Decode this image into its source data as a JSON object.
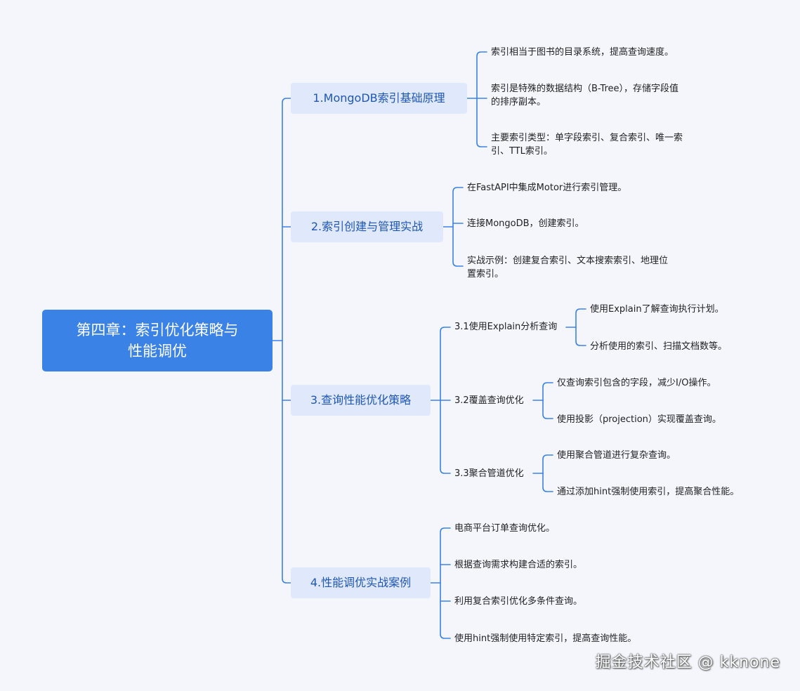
{
  "root": {
    "title": "第四章：索引优化策略与性能调优"
  },
  "branches": [
    {
      "label": "1.MongoDB索引基础原理",
      "leaves": [
        "索引相当于图书的目录系统，提高查询速度。",
        "索引是特殊的数据结构（B-Tree），存储字段值的排序副本。",
        "主要索引类型：单字段索引、复合索引、唯一索引、TTL索引。"
      ]
    },
    {
      "label": "2.索引创建与管理实战",
      "leaves": [
        "在FastAPI中集成Motor进行索引管理。",
        "连接MongoDB，创建索引。",
        "实战示例：创建复合索引、文本搜索索引、地理位置索引。"
      ]
    },
    {
      "label": "3.查询性能优化策略",
      "subs": [
        {
          "label": "3.1使用Explain分析查询",
          "leaves": [
            "使用Explain了解查询执行计划。",
            "分析使用的索引、扫描文档数等。"
          ]
        },
        {
          "label": "3.2覆盖查询优化",
          "leaves": [
            "仅查询索引包含的字段，减少I/O操作。",
            "使用投影（projection）实现覆盖查询。"
          ]
        },
        {
          "label": "3.3聚合管道优化",
          "leaves": [
            "使用聚合管道进行复杂查询。",
            "通过添加hint强制使用索引，提高聚合性能。"
          ]
        }
      ]
    },
    {
      "label": "4.性能调优实战案例",
      "leaves": [
        "电商平台订单查询优化。",
        "根据查询需求构建合适的索引。",
        "利用复合索引优化多条件查询。",
        "使用hint强制使用特定索引，提高查询性能。"
      ]
    }
  ],
  "watermark": "掘金技术社区 @ kknone",
  "colors": {
    "root": "#3b82e6",
    "branch_bg": "#e0e9fb",
    "branch_text": "#1f56b6",
    "line": "#3b82e6"
  }
}
